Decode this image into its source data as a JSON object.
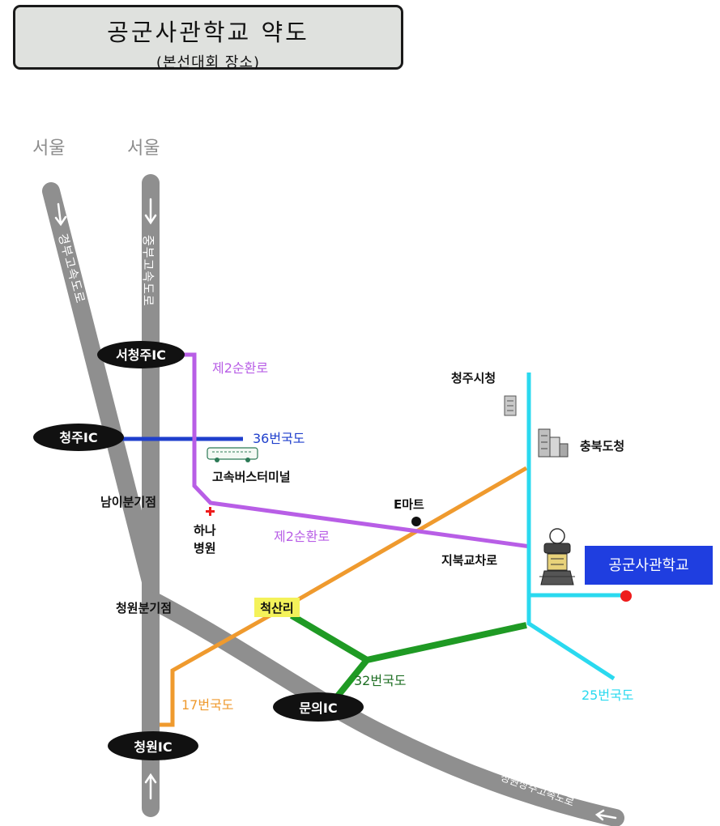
{
  "title": {
    "main": "공군사관학교 약도",
    "sub": "(본선대회 장소)"
  },
  "colors": {
    "expressway": "#8f8f8f",
    "ring_road": "#b85ee6",
    "route36": "#1f3fcc",
    "route17": "#ef9a2e",
    "route32": "#1f9a24",
    "route25": "#2ad9ef",
    "ic_badge": "#111111",
    "academy_box": "#1f3ee0",
    "destination": "#ee1c1c"
  },
  "directions": {
    "seoul_left": "서울",
    "seoul_right": "서울"
  },
  "roads": {
    "gyeongbu": "경부고속도로",
    "jungbu": "중부고속도로",
    "cheongwon_sangju": "청원상주고속도로",
    "ring_north": "제2순환로",
    "ring_south": "제2순환로",
    "route36": "36번국도",
    "route17": "17번국도",
    "route32": "32번국도",
    "route25": "25번국도"
  },
  "interchanges": {
    "seocheongju": "서청주IC",
    "cheongju": "청주IC",
    "muneui": "문의IC",
    "cheongwon": "청원IC"
  },
  "junctions": {
    "nami": "남이분기점",
    "cheongwon": "청원분기점"
  },
  "landmarks": {
    "bus_terminal": "고속버스터미널",
    "hospital_line1": "하나",
    "hospital_line2": "병원",
    "emart": "E마트",
    "city_hall": "청주시청",
    "provincial_office": "충북도청",
    "jibuk_intersection": "지북교차로",
    "cheoksan_ri": "척산리",
    "academy": "공군사관학교"
  }
}
